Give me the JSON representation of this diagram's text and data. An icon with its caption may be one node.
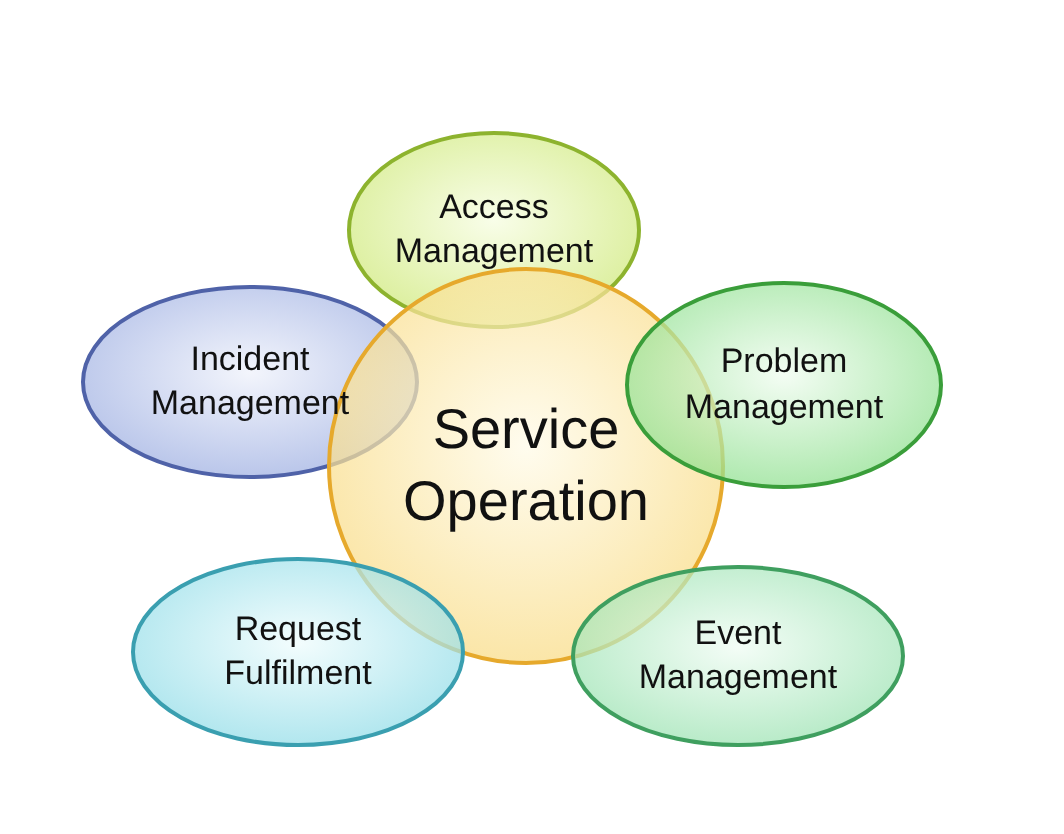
{
  "diagram": {
    "nodes": [
      {
        "text": [
          "Access Management"
        ]
      },
      {
        "text": [
          "Incident Management"
        ]
      },
      {
        "text": [
          "Service Operation"
        ]
      },
      {
        "text": [
          "Problem Management"
        ]
      },
      {
        "text": [
          "Request Fulfilment"
        ]
      },
      {
        "text": [
          "Event Management"
        ]
      }
    ]
  }
}
